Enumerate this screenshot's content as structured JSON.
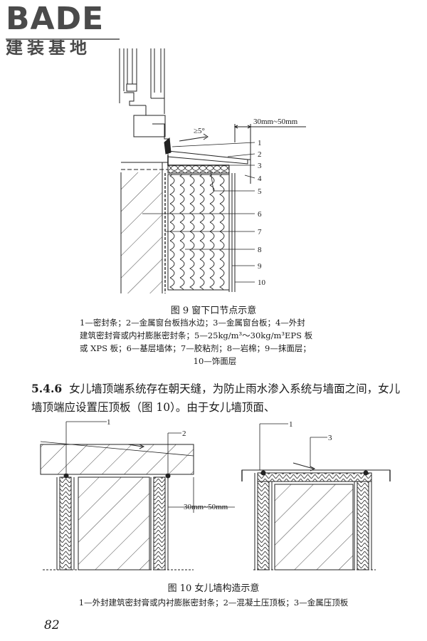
{
  "logo": {
    "word": "BADE",
    "subtitle": "建装基地"
  },
  "fig9": {
    "slope_label": "≥5°",
    "dim_label": "30mm~50mm",
    "callouts": [
      "1",
      "2",
      "3",
      "4",
      "5",
      "6",
      "7",
      "8",
      "9",
      "10"
    ],
    "caption": "图 9   窗下口节点示意",
    "legend_lines": [
      "1—密封条；2—金属窗台板挡水边；3—金属窗台板；4—外封",
      "建筑密封膏或内衬膨胀密封条；5—25kg/m³～30kg/m³EPS 板",
      "或 XPS 板；6—基层墙体；7—胶粘剂；8—岩棉；9—抹面层；"
    ],
    "legend_last": "10—饰面层"
  },
  "section": {
    "number": "5.4.6",
    "text": "女儿墙顶端系统存在朝天缝，为防止雨水渗入系统与墙面之间，女儿墙顶端应设置压顶板（图 10）。由于女儿墙顶面、"
  },
  "fig10": {
    "callouts_left": [
      "1",
      "2"
    ],
    "callouts_right": [
      "1",
      "3"
    ],
    "dim_label": "30mm~50mm",
    "caption": "图 10   女儿墙构造示意",
    "legend": "1—外封建筑密封膏或内衬膨胀密封条；2—混凝土压顶板；3—金属压顶板"
  },
  "page_number": "82"
}
